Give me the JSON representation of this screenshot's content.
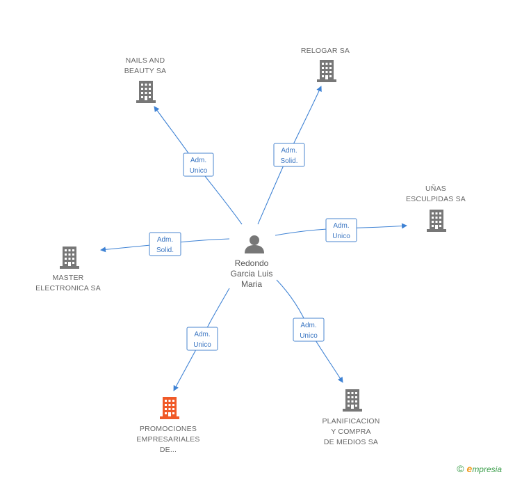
{
  "center": {
    "name_lines": [
      "Redondo",
      "Garcia Luis",
      "Maria"
    ],
    "icon": "person-icon"
  },
  "companies": [
    {
      "id": "nails",
      "lines": [
        "NAILS AND",
        "BEAUTY SA"
      ],
      "color": "#777777"
    },
    {
      "id": "relogar",
      "lines": [
        "RELOGAR SA"
      ],
      "color": "#777777"
    },
    {
      "id": "unas",
      "lines": [
        "UÑAS",
        "ESCULPIDAS SA"
      ],
      "color": "#777777"
    },
    {
      "id": "master",
      "lines": [
        "MASTER",
        "ELECTRONICA SA"
      ],
      "color": "#777777"
    },
    {
      "id": "promociones",
      "lines": [
        "PROMOCIONES",
        "EMPRESARIALES",
        "DE..."
      ],
      "color": "#f05a28"
    },
    {
      "id": "planificacion",
      "lines": [
        "PLANIFICACION",
        "Y COMPRA",
        "DE MEDIOS SA"
      ],
      "color": "#777777"
    }
  ],
  "edges": [
    {
      "to": "nails",
      "lines": [
        "Adm.",
        "Unico"
      ]
    },
    {
      "to": "relogar",
      "lines": [
        "Adm.",
        "Solid."
      ]
    },
    {
      "to": "unas",
      "lines": [
        "Adm.",
        "Unico"
      ]
    },
    {
      "to": "master",
      "lines": [
        "Adm.",
        "Solid."
      ]
    },
    {
      "to": "promociones",
      "lines": [
        "Adm.",
        "Unico"
      ]
    },
    {
      "to": "planificacion",
      "lines": [
        "Adm.",
        "Unico"
      ]
    }
  ],
  "colors": {
    "edge": "#3e82d4",
    "building": "#777777",
    "highlight": "#f05a28",
    "brand_green": "#3a9d4a",
    "brand_orange": "#f39a1e"
  },
  "footer": {
    "copyright": "©",
    "brand_e": "e",
    "brand_rest": "mpresia"
  }
}
